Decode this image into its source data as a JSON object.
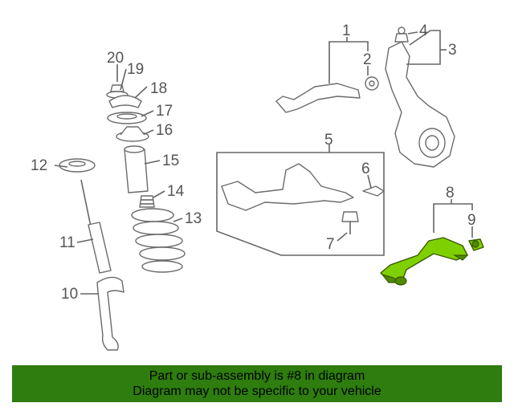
{
  "callouts": {
    "c1": "1",
    "c2": "2",
    "c3": "3",
    "c4": "4",
    "c5": "5",
    "c6": "6",
    "c7": "7",
    "c8": "8",
    "c9": "9",
    "c10": "10",
    "c11": "11",
    "c12": "12",
    "c13": "13",
    "c14": "14",
    "c15": "15",
    "c16": "16",
    "c17": "17",
    "c18": "18",
    "c19": "19",
    "c20": "20"
  },
  "banner": {
    "line1": "Part or sub-assembly is #8 in diagram",
    "line2": "Diagram may not be specific to your vehicle"
  },
  "colors": {
    "highlight": "#7fd000",
    "banner": "#2e7d0e"
  }
}
